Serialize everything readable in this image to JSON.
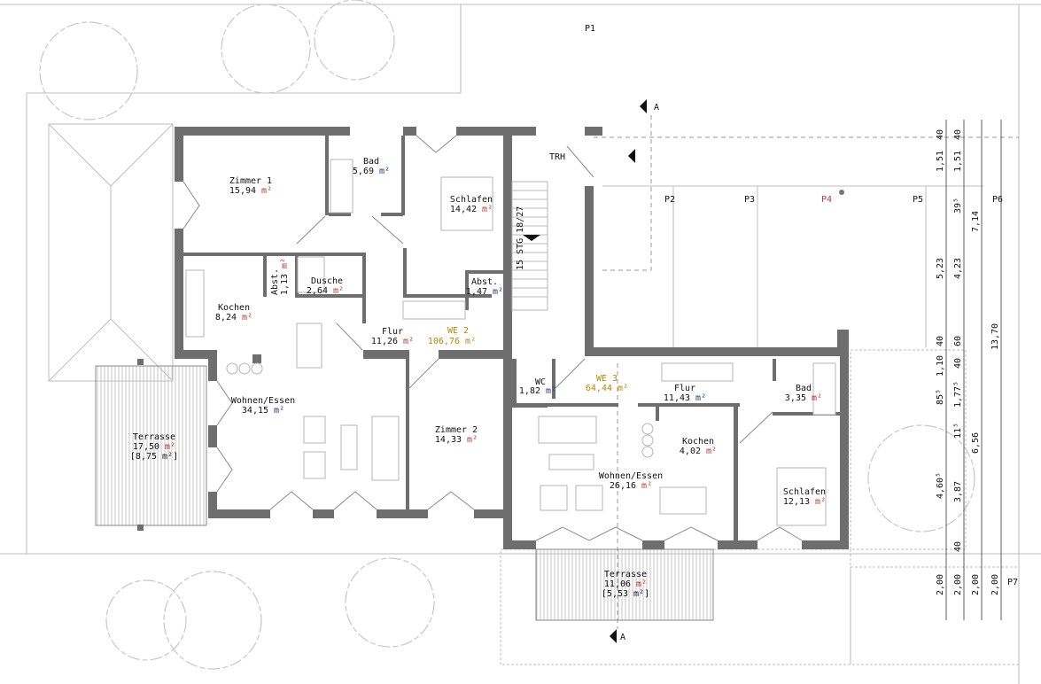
{
  "plot_labels": {
    "p1": "P1",
    "p2": "P2",
    "p3": "P3",
    "p4": "P4",
    "p5": "P5",
    "p6": "P6",
    "p7": "P7"
  },
  "section_marker": "A",
  "we2": {
    "label": "WE 2",
    "area": "106,76",
    "unit": "m²"
  },
  "we3": {
    "label": "WE 3",
    "area": "64,44",
    "unit": "m²"
  },
  "stair": {
    "label": "15 STG 18/27",
    "trh": "TRH"
  },
  "rooms": [
    {
      "name": "Zimmer 1",
      "area": "15,94",
      "unit": "m²"
    },
    {
      "name": "Bad",
      "area": "5,69",
      "unit": "m²"
    },
    {
      "name": "Schlafen",
      "area": "14,42",
      "unit": "m²"
    },
    {
      "name": "Abst.",
      "area": "1,13",
      "unit": "m²"
    },
    {
      "name": "Dusche",
      "area": "2,64",
      "unit": "m²"
    },
    {
      "name": "Abst.",
      "area": "1,47",
      "unit": "m²"
    },
    {
      "name": "Kochen",
      "area": "8,24",
      "unit": "m²"
    },
    {
      "name": "Flur",
      "area": "11,26",
      "unit": "m²"
    },
    {
      "name": "Wohnen/Essen",
      "area": "34,15",
      "unit": "m²"
    },
    {
      "name": "Zimmer 2",
      "area": "14,33",
      "unit": "m²"
    },
    {
      "name": "Terrasse",
      "area": "17,50",
      "unit": "m²",
      "sub": "[8,75 m²]"
    },
    {
      "name": "WC",
      "area": "1,82",
      "unit": "m²"
    },
    {
      "name": "Flur",
      "area": "11,43",
      "unit": "m²"
    },
    {
      "name": "Bad",
      "area": "3,35",
      "unit": "m²"
    },
    {
      "name": "Kochen",
      "area": "4,02",
      "unit": "m²"
    },
    {
      "name": "Wohnen/Essen",
      "area": "26,16",
      "unit": "m²"
    },
    {
      "name": "Schlafen",
      "area": "12,13",
      "unit": "m²"
    },
    {
      "name": "Terrasse",
      "area": "11,06",
      "unit": "m²",
      "sub": "[5,53 m²]"
    }
  ],
  "dimensions": {
    "col1": [
      "40",
      "1,51",
      "5,23",
      "40",
      "1,10",
      "85⁵",
      "4,60⁵",
      "40",
      "2,00"
    ],
    "col2": [
      "40",
      "1,51",
      "39⁵",
      "4,23",
      "60",
      "1,77⁵",
      "11⁵",
      "3,87",
      "40",
      "2,00"
    ],
    "col3": [
      "7,14",
      "6,56",
      "2,00"
    ],
    "col4": [
      "13,70",
      "2,00"
    ]
  },
  "colors": {
    "wall": "#6e6e6e",
    "we_label": "#b8860b"
  }
}
